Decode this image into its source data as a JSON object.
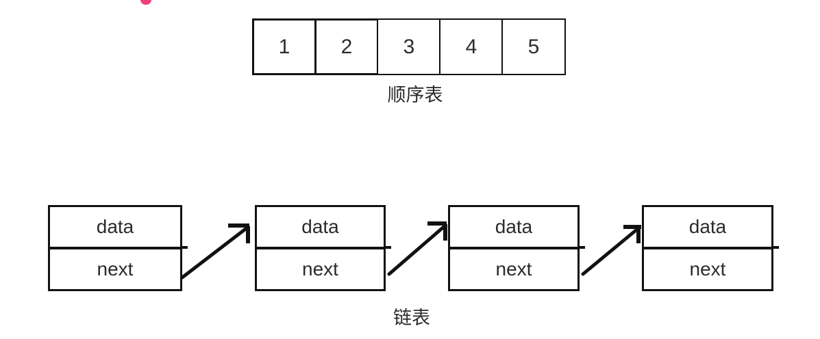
{
  "diagram": {
    "title_semantic": "sequential-list-vs-linked-list",
    "background_color": "#ffffff",
    "stroke_color": "#111111",
    "text_color": "#2b2b2b",
    "annotation": {
      "type": "pink-dot",
      "color": "#ee417f",
      "label": ""
    }
  },
  "array": {
    "caption": "顺序表",
    "cells": [
      {
        "value": "1"
      },
      {
        "value": "2"
      },
      {
        "value": "3"
      },
      {
        "value": "4"
      },
      {
        "value": "5"
      }
    ]
  },
  "linked_list": {
    "caption": "链表",
    "nodes": [
      {
        "data_label": "data",
        "next_label": "next"
      },
      {
        "data_label": "data",
        "next_label": "next"
      },
      {
        "data_label": "data",
        "next_label": "next"
      },
      {
        "data_label": "data",
        "next_label": "next"
      }
    ],
    "arrows": [
      {
        "from": "node-1",
        "to": "node-2"
      },
      {
        "from": "node-2",
        "to": "node-3"
      },
      {
        "from": "node-3",
        "to": "node-4"
      }
    ]
  }
}
